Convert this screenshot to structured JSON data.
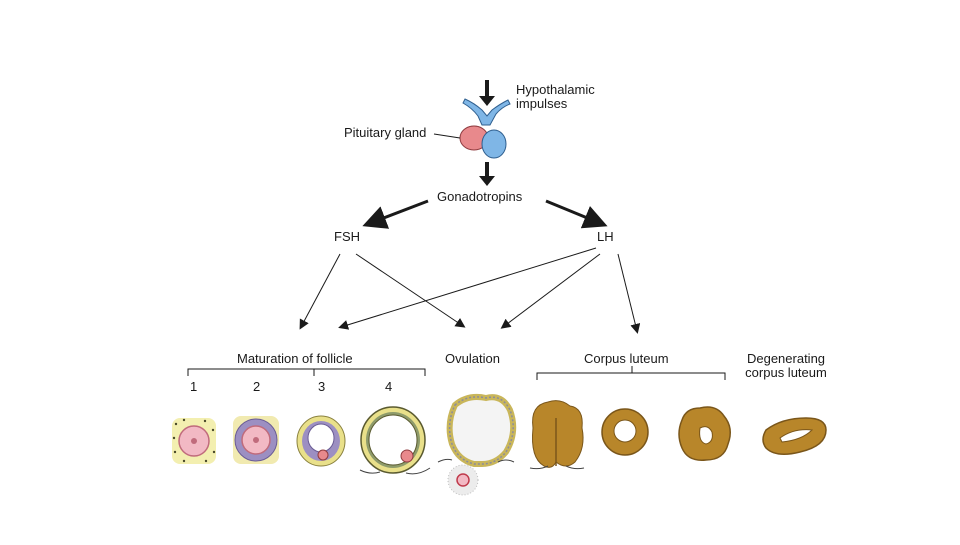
{
  "labels": {
    "hypothalamic_line1": "Hypothalamic",
    "hypothalamic_line2": "impulses",
    "pituitary": "Pituitary gland",
    "gonadotropins": "Gonadotropins",
    "fsh": "FSH",
    "lh": "LH",
    "maturation": "Maturation of follicle",
    "ovulation": "Ovulation",
    "corpus_luteum": "Corpus luteum",
    "degenerating_line1": "Degenerating",
    "degenerating_line2": "corpus luteum"
  },
  "follicle_stages": [
    "1",
    "2",
    "3",
    "4"
  ],
  "colors": {
    "pituitary_anterior": "#e8898c",
    "pituitary_posterior": "#7fb6e6",
    "luteum": "#b8862a",
    "follicle_pink": "#f2b9c4",
    "follicle_purple": "#9c8fc2",
    "follicle_yellow": "#e9e08a"
  }
}
